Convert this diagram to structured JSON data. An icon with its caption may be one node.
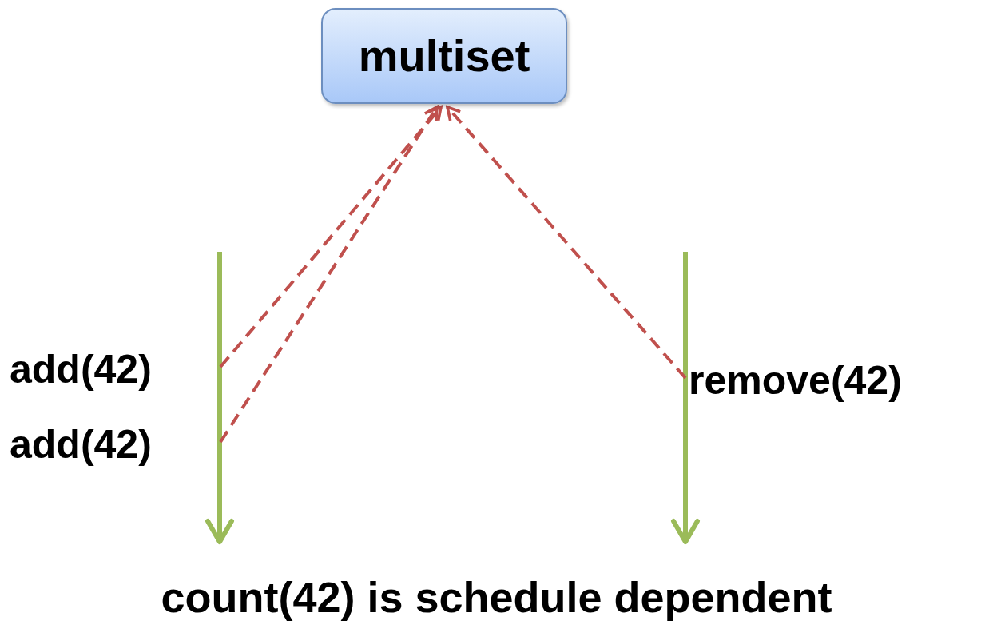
{
  "diagram": {
    "caption": "count(42) is schedule dependent",
    "nodes": [
      {
        "text": [
          "multiset"
        ]
      },
      {
        "text": [
          "add(42)"
        ]
      },
      {
        "text": [
          "add(42)"
        ]
      },
      {
        "text": [
          "remove(42)"
        ]
      }
    ],
    "edges": [
      {
        "from": 1,
        "to": 0,
        "arrow": "to",
        "style": "dashed"
      },
      {
        "from": 2,
        "to": 0,
        "arrow": "to",
        "style": "dashed"
      },
      {
        "from": 3,
        "to": 0,
        "arrow": "to",
        "style": "dashed"
      }
    ]
  }
}
